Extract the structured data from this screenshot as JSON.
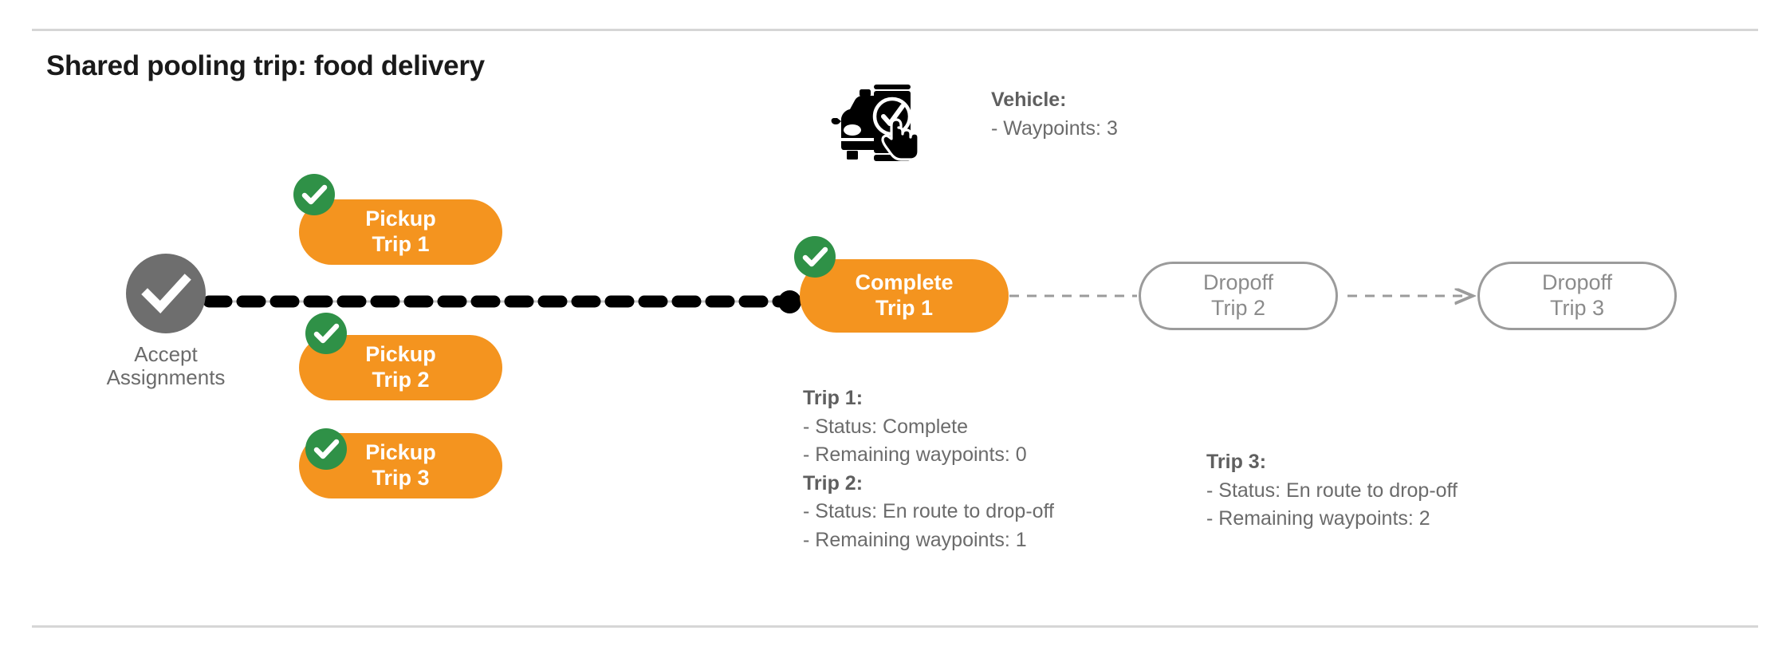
{
  "page": {
    "title": "Shared pooling trip: food delivery",
    "background": "#ffffff",
    "divider_color": "#d6d6d6"
  },
  "colors": {
    "orange": "#F4941F",
    "green": "#2F9147",
    "gray_node": "#6e6e6e",
    "gray_text": "#6b6b6b",
    "gray_outline": "#9b9b9b",
    "black": "#000000"
  },
  "start_node": {
    "label": "Accept\nAssignments",
    "icon": "check-circle-icon",
    "state": "done"
  },
  "pickup_nodes": [
    {
      "line1": "Pickup",
      "line2": "Trip 1",
      "badge": "check-badge-icon",
      "state": "done"
    },
    {
      "line1": "Pickup",
      "line2": "Trip 2",
      "badge": "check-badge-icon",
      "state": "done"
    },
    {
      "line1": "Pickup",
      "line2": "Trip 3",
      "badge": "check-badge-icon",
      "state": "done"
    }
  ],
  "complete_node": {
    "line1": "Complete",
    "line2": "Trip 1",
    "badge": "check-badge-icon",
    "state": "done"
  },
  "dropoff_nodes": [
    {
      "line1": "Dropoff",
      "line2": "Trip 2",
      "state": "pending"
    },
    {
      "line1": "Dropoff",
      "line2": "Trip 3",
      "state": "pending"
    }
  ],
  "vehicle_panel": {
    "icon": "car-phone-check-icon",
    "heading": "Vehicle",
    "heading_suffix": ":",
    "lines": [
      "- Waypoints: 3"
    ]
  },
  "trip_details": [
    {
      "heading": "Trip 1",
      "heading_suffix": ":",
      "lines": [
        "- Status:  Complete",
        "- Remaining waypoints: 0"
      ]
    },
    {
      "heading": "Trip 2",
      "heading_suffix": ":",
      "lines": [
        "- Status:  En route to drop-off",
        "- Remaining waypoints: 1"
      ]
    },
    {
      "heading": "Trip 3",
      "heading_suffix": ":",
      "lines": [
        "- Status:  En route to drop-off",
        "- Remaining waypoints: 2"
      ]
    }
  ]
}
